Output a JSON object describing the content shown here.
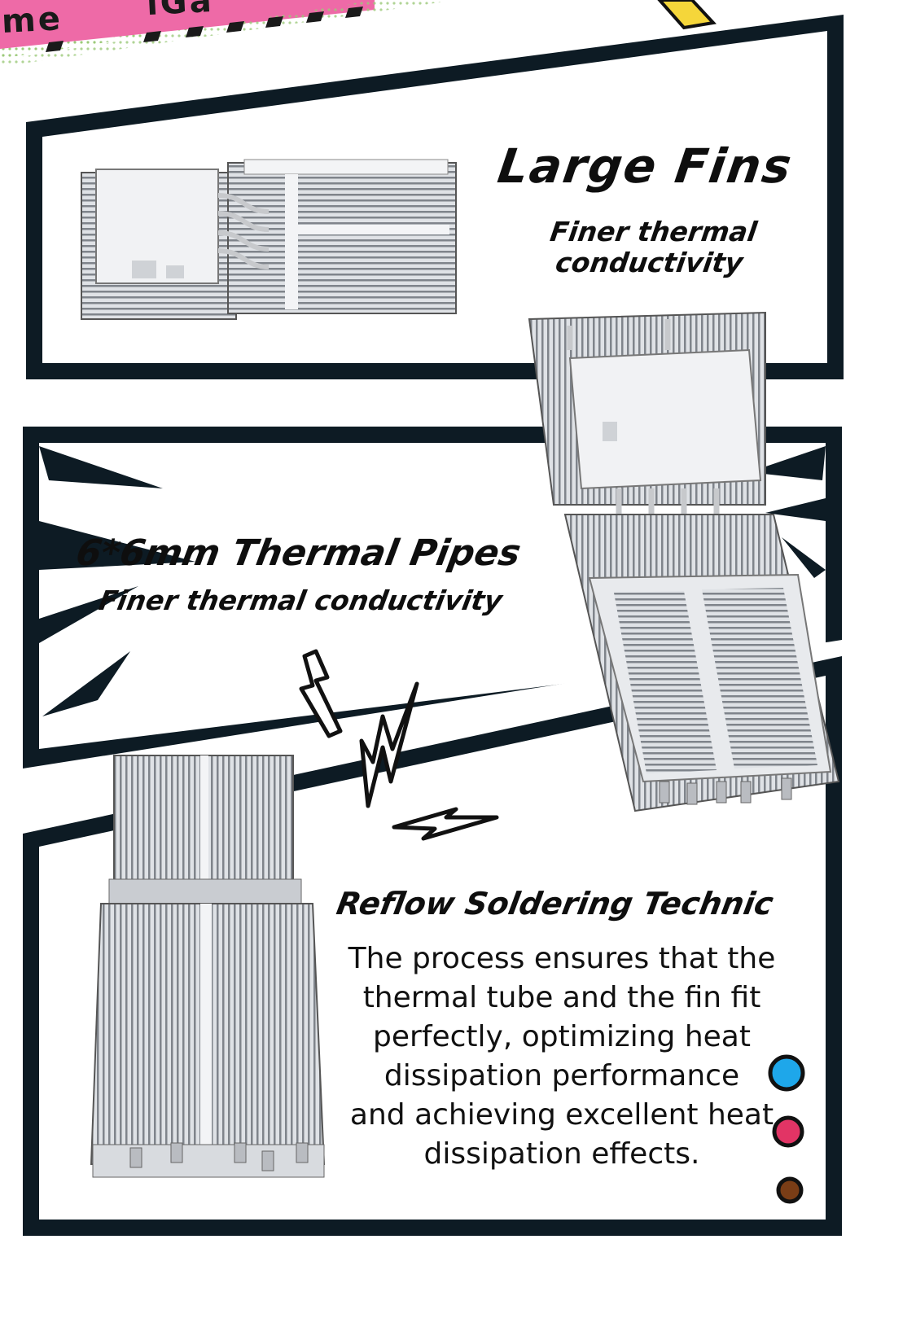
{
  "banner": {
    "left_text": "me",
    "right_text": "iGa",
    "color": "#ee6aa7"
  },
  "section_fins": {
    "title": "Large Fins",
    "subtitle_line1": "Finer thermal",
    "subtitle_line2": "conductivity"
  },
  "section_pipes": {
    "title": "6*6mm Thermal Pipes",
    "subtitle": "Finer thermal conductivity"
  },
  "section_reflow": {
    "title": "Reflow Soldering Technic",
    "body_lines": [
      "The process ensures that the",
      "thermal tube and the fin fit",
      "perfectly, optimizing heat",
      "dissipation performance",
      "and achieving excellent heat",
      "dissipation effects."
    ]
  },
  "color_dots": [
    {
      "name": "blue-dot",
      "color": "#1ea7ea"
    },
    {
      "name": "red-dot",
      "color": "#e23465"
    },
    {
      "name": "brown-dot",
      "color": "#7a3d16"
    }
  ],
  "colors": {
    "frame": "#0d1b24",
    "accent_yellow": "#f5d63a",
    "metal_light": "#eef0f2",
    "metal_dark": "#8c9096"
  }
}
